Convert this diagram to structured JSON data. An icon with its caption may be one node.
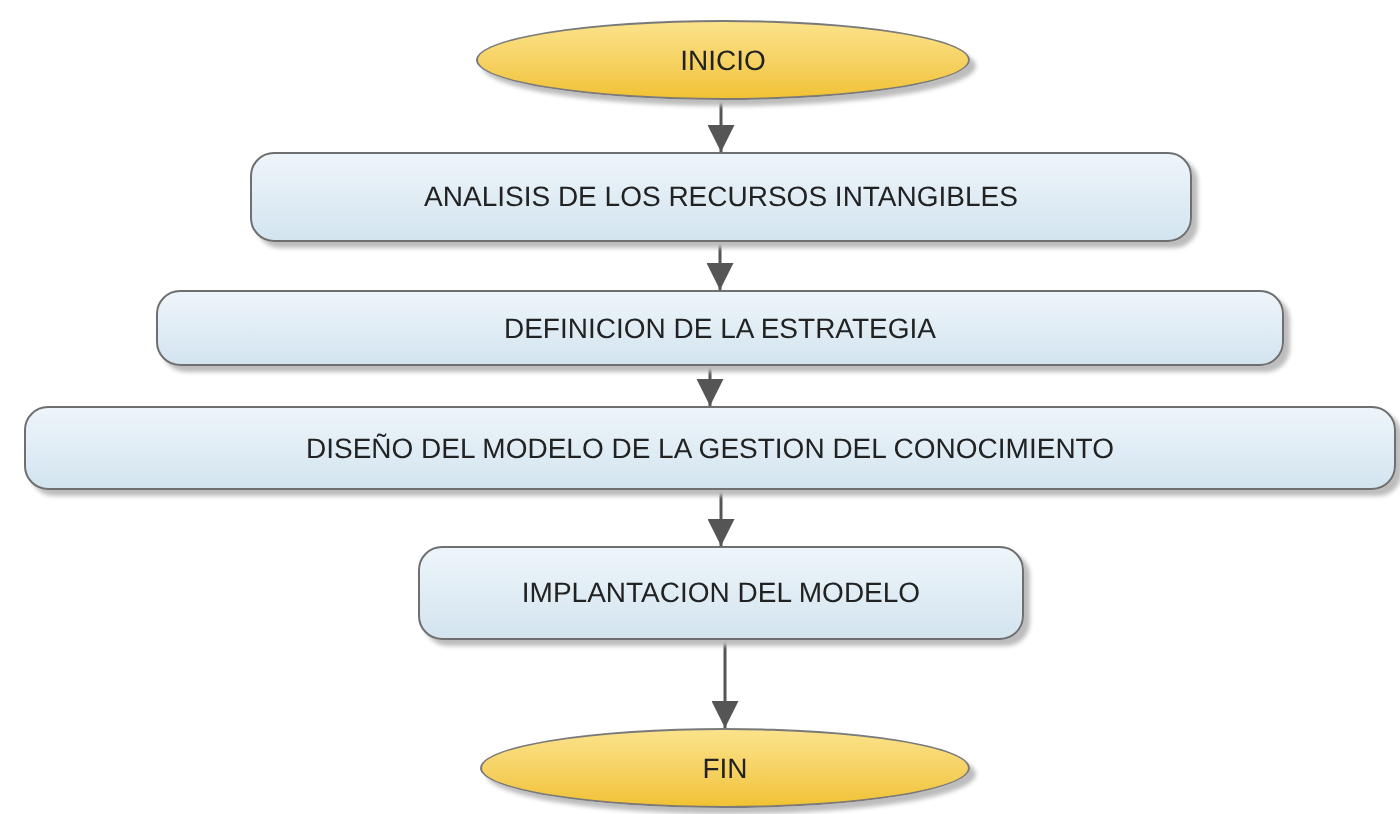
{
  "diagram": {
    "nodes": [
      {
        "text": [
          "INICIO"
        ]
      },
      {
        "text": [
          "ANALISIS DE LOS RECURSOS INTANGIBLES"
        ]
      },
      {
        "text": [
          "DEFINICION DE LA ESTRATEGIA"
        ]
      },
      {
        "text": [
          "DISEÑO DEL MODELO DE LA GESTION DEL CONOCIMIENTO"
        ]
      },
      {
        "text": [
          "IMPLANTACION DEL MODELO"
        ]
      },
      {
        "text": [
          "FIN"
        ]
      }
    ],
    "edges": [
      {
        "from": 0,
        "to": 1,
        "arrow": "to"
      },
      {
        "from": 1,
        "to": 2,
        "arrow": "to"
      },
      {
        "from": 2,
        "to": 3,
        "arrow": "to"
      },
      {
        "from": 3,
        "to": 4,
        "arrow": "to"
      },
      {
        "from": 4,
        "to": 5,
        "arrow": "to"
      }
    ]
  }
}
